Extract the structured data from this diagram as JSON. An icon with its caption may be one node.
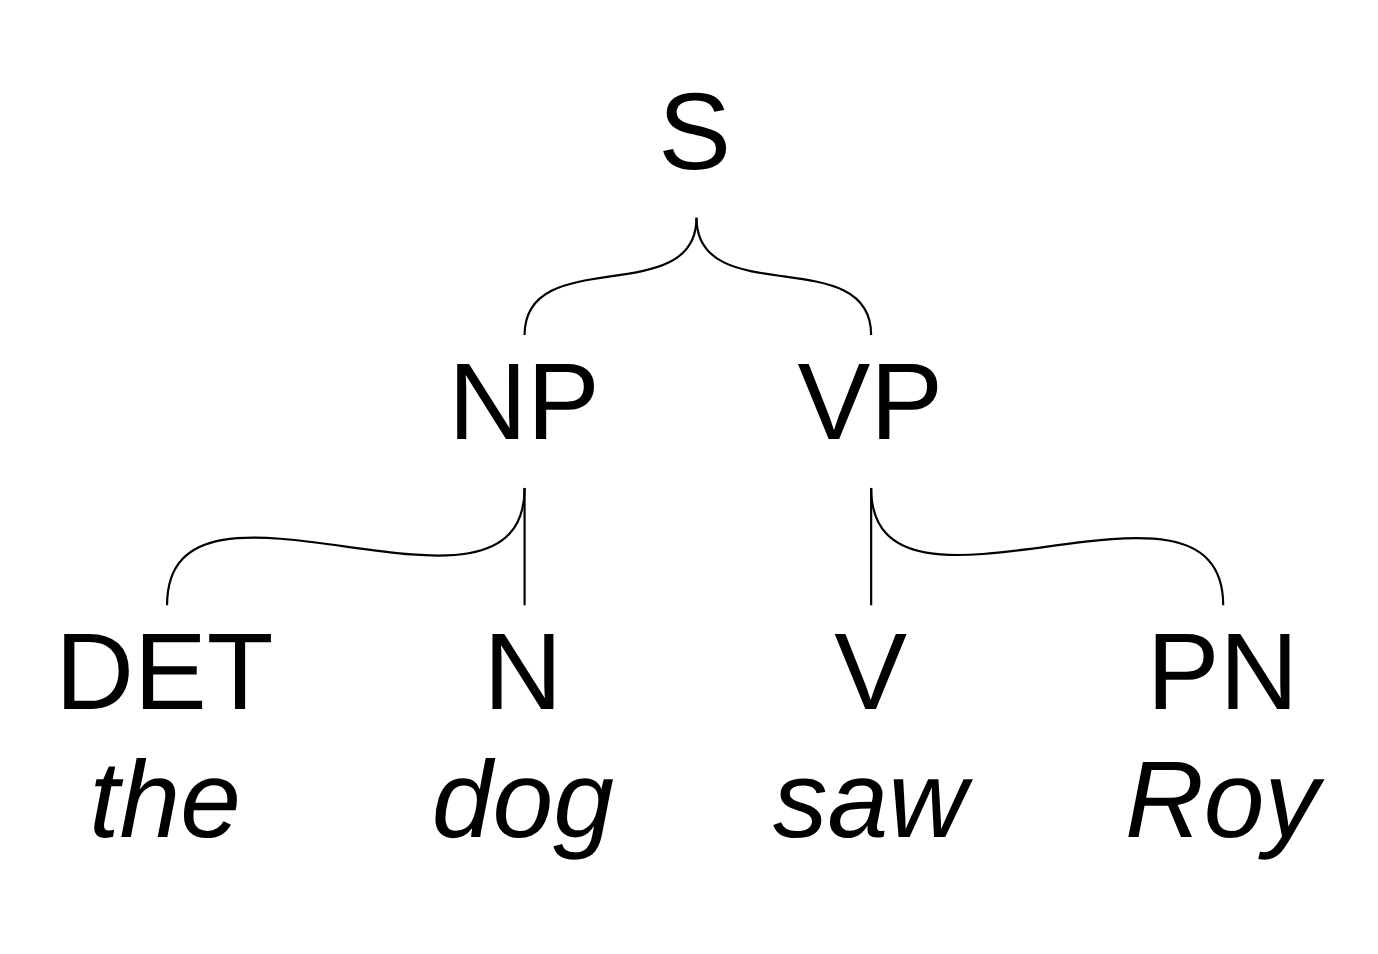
{
  "diagram": {
    "nodes": [
      {
        "text": [
          "S"
        ]
      },
      {
        "text": [
          "NP"
        ]
      },
      {
        "text": [
          "VP"
        ]
      },
      {
        "text": [
          "DET"
        ],
        "beside": [
          "the"
        ]
      },
      {
        "text": [
          "N"
        ],
        "beside": [
          "dog"
        ]
      },
      {
        "text": [
          "V"
        ],
        "beside": [
          "saw"
        ]
      },
      {
        "text": [
          "PN"
        ],
        "beside": [
          "Roy"
        ]
      }
    ],
    "edges": [
      {
        "from": 0,
        "to": 1,
        "arrow": "none"
      },
      {
        "from": 0,
        "to": 2,
        "arrow": "none"
      },
      {
        "from": 1,
        "to": 3,
        "arrow": "none"
      },
      {
        "from": 1,
        "to": 4,
        "arrow": "none"
      },
      {
        "from": 2,
        "to": 5,
        "arrow": "none"
      },
      {
        "from": 2,
        "to": 6,
        "arrow": "none"
      }
    ]
  }
}
